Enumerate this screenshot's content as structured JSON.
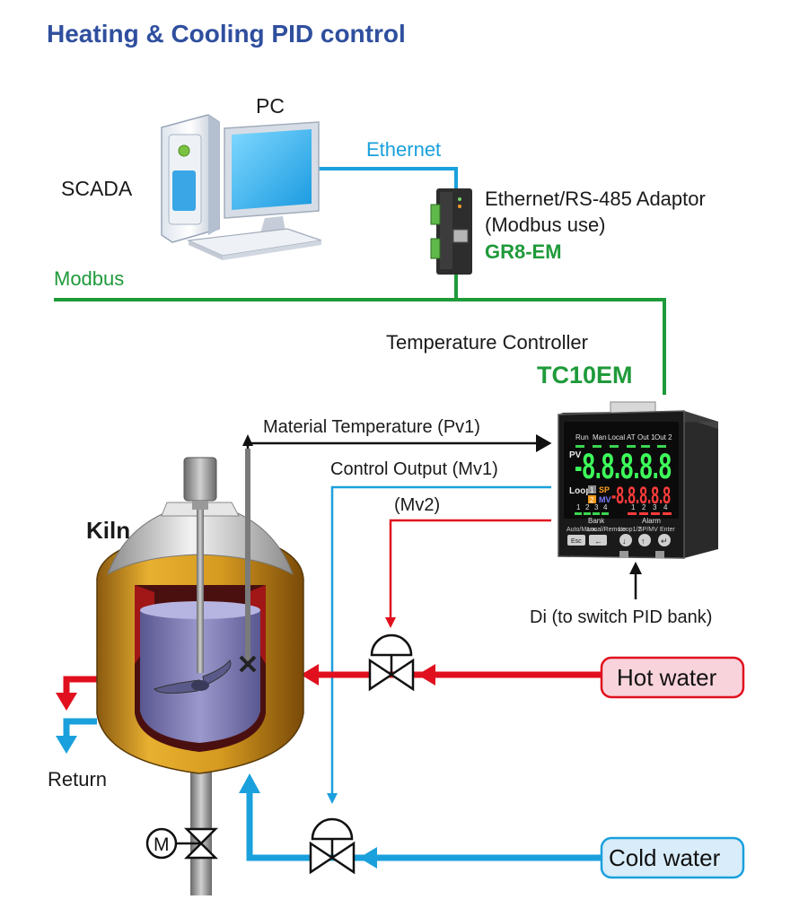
{
  "title": "Heating & Cooling PID control",
  "pc": {
    "label": "PC",
    "software": "SCADA"
  },
  "links": {
    "ethernet": "Ethernet",
    "modbus": "Modbus"
  },
  "adaptor": {
    "line1": "Ethernet/RS-485 Adaptor",
    "line2": "(Modbus use)",
    "model": "GR8-EM"
  },
  "controller": {
    "label": "Temperature Controller",
    "model": "TC10EM",
    "panel": {
      "top_leds": [
        "Run",
        "Man",
        "Local",
        "AT",
        "Out 1",
        "Out 2"
      ],
      "pv_label": "PV",
      "pv_value": "-8.8.8.8.8",
      "loop_label": "Loop",
      "loop_numbers": [
        "1",
        "2"
      ],
      "sp_label": "SP",
      "mv_label": "MV",
      "sp_value": "-8.8.8.8.8",
      "bank_numbers": [
        "1",
        "2",
        "3",
        "4"
      ],
      "alarm_numbers": [
        "1",
        "2",
        "3",
        "4"
      ],
      "bank_label": "Bank",
      "alarm_label": "Alarm",
      "keys": [
        "Auto/Manu",
        "Local/Remote",
        "Loop1/2",
        "SP/MV",
        "Enter"
      ],
      "key_caps": [
        "Esc",
        "←",
        "↓",
        "↑",
        "↵"
      ]
    }
  },
  "signals": {
    "pv1": "Material Temperature (Pv1)",
    "mv1": "Control Output (Mv1)",
    "mv2": "(Mv2)",
    "di": "Di (to switch PID bank)"
  },
  "vessel": {
    "label": "Kiln",
    "return": "Return",
    "motor": "M"
  },
  "supplies": {
    "hot": "Hot water",
    "cold": "Cold water"
  },
  "colors": {
    "title": "#2f4f9e",
    "ethernet": "#1aa0dc",
    "modbus": "#1f9a3a",
    "hot_line": "#e0101e",
    "cold_line": "#1aa0dc",
    "hot_badge_fill": "#f9d3dc",
    "cold_badge_fill": "#d8ecfa"
  }
}
